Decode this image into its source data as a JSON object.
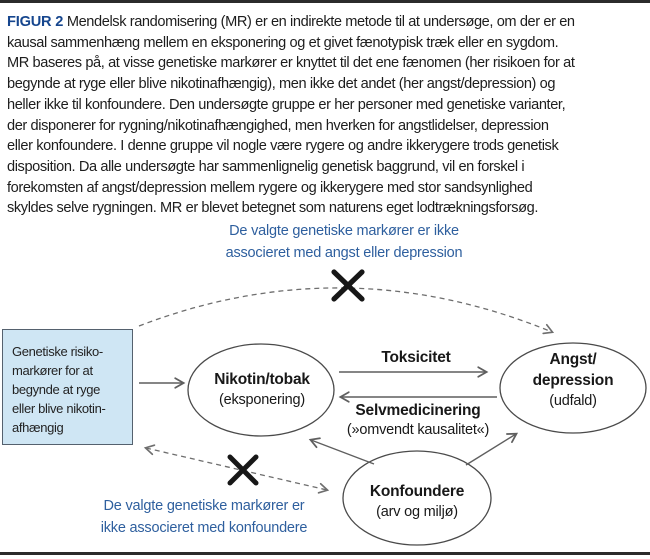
{
  "figure": {
    "label": "FIGUR 2",
    "caption_lines": [
      "Mendelsk randomisering (MR) er en indirekte metode til at undersøge, om der er en",
      "kausal sammenhæng mellem en eksponering og et givet fænotypisk træk eller en sygdom.",
      "MR baseres på, at visse genetiske markører er knyttet til det ene fænomen (her risikoen for at",
      "begynde at ryge eller blive nikotinafhængig), men ikke det andet (her angst/depression) og",
      "heller ikke til konfoundere. Den undersøgte gruppe er her personer med genetiske varianter,",
      "der disponerer for rygning/nikotinafhængighed, men hverken for angstlidelser, depression",
      "eller konfoundere. I denne gruppe vil nogle være rygere og andre ikkerygere trods genetisk",
      "disposition. Da alle undersøgte har sammenlignelig genetisk baggrund, vil en forskel i",
      "forekomsten af angst/depression mellem rygere og ikkerygere med stor sandsynlighed",
      "skyldes selve rygningen. MR er blevet betegnet som naturens eget lodtrækningsforsøg."
    ]
  },
  "notes": {
    "top": {
      "line1": "De valgte genetiske markører er ikke",
      "line2": "associeret med angst eller depression"
    },
    "bottom": {
      "line1": "De valgte genetiske markører er",
      "line2": "ikke associeret med konfoundere"
    }
  },
  "nodes": {
    "genetic_box": {
      "lines": [
        "Genetiske risiko-",
        "markører for at",
        "begynde at ryge",
        "eller blive nikotin-",
        "afhængig"
      ]
    },
    "exposure": {
      "title": "Nikotin/tobak",
      "subtitle": "(eksponering)"
    },
    "outcome": {
      "title_line1": "Angst/",
      "title_line2": "depression",
      "subtitle": "(udfald)"
    },
    "confounders": {
      "title": "Konfoundere",
      "subtitle": "(arv og miljø)"
    }
  },
  "edges": {
    "toxicity_label": "Toksicitet",
    "self_medication_label": "Selvmedicinering",
    "self_medication_sub": "(»omvendt kausalitet«)"
  },
  "colors": {
    "accent_blue": "#2e5f9e",
    "figur_navy": "#16468e",
    "box_fill": "#cfe6f4",
    "box_border": "#55616e",
    "text": "#1d1d1d"
  }
}
